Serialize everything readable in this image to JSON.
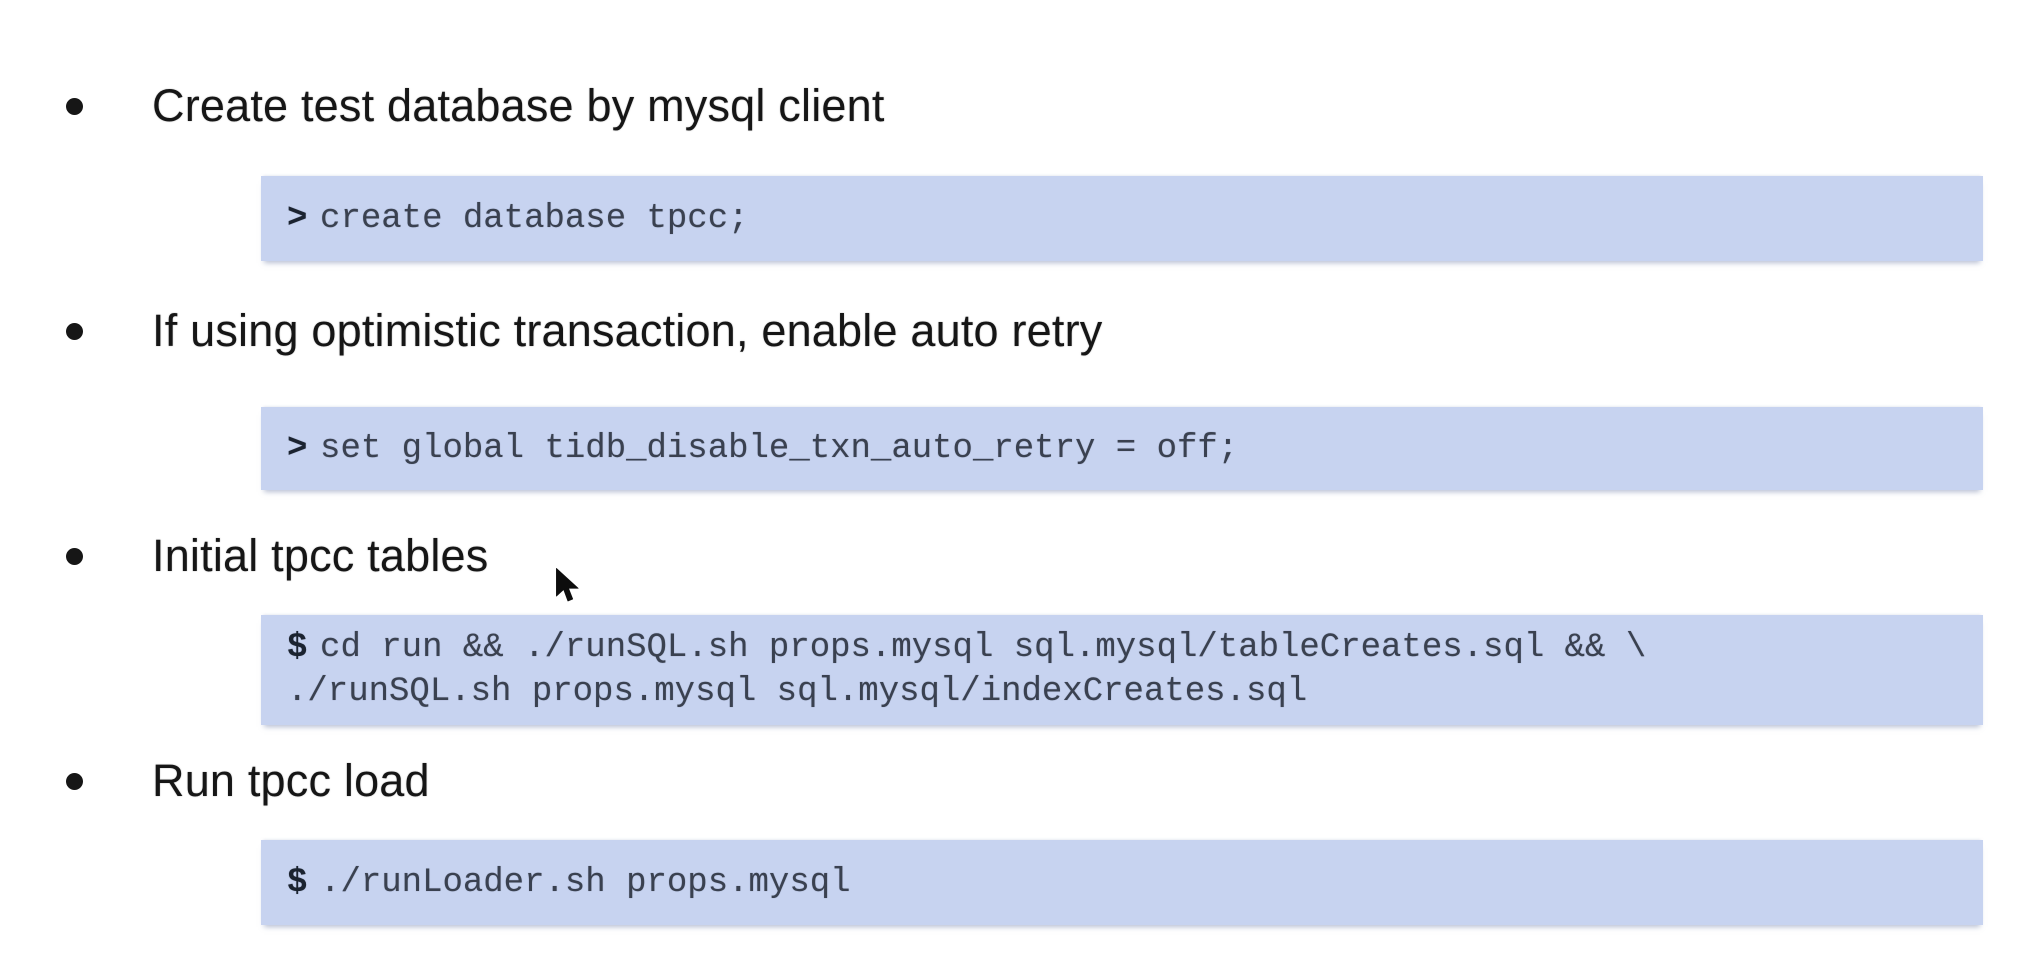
{
  "theme": {
    "page_bg": "#ffffff",
    "code_bg": "#c7d3f0",
    "code_text": "#3a4150",
    "prompt_text": "#1b2330",
    "bullet_text": "#161616",
    "cursor_color": "#0d0d0d"
  },
  "sections": [
    {
      "bullet": "Create test database by mysql client",
      "code": [
        {
          "prompt": ">",
          "text": "create database tpcc;"
        }
      ]
    },
    {
      "bullet": "If using optimistic transaction, enable auto retry",
      "code": [
        {
          "prompt": ">",
          "text": "set global tidb_disable_txn_auto_retry = off;"
        }
      ]
    },
    {
      "bullet": "Initial tpcc tables",
      "code": [
        {
          "prompt": "$",
          "text": "cd run && ./runSQL.sh props.mysql sql.mysql/tableCreates.sql && \\"
        },
        {
          "prompt": "",
          "text": "./runSQL.sh props.mysql sql.mysql/indexCreates.sql"
        }
      ]
    },
    {
      "bullet": "Run tpcc load",
      "code": [
        {
          "prompt": "$",
          "text": "./runLoader.sh props.mysql"
        }
      ]
    }
  ],
  "cursor": {
    "icon": "arrow-pointer"
  }
}
